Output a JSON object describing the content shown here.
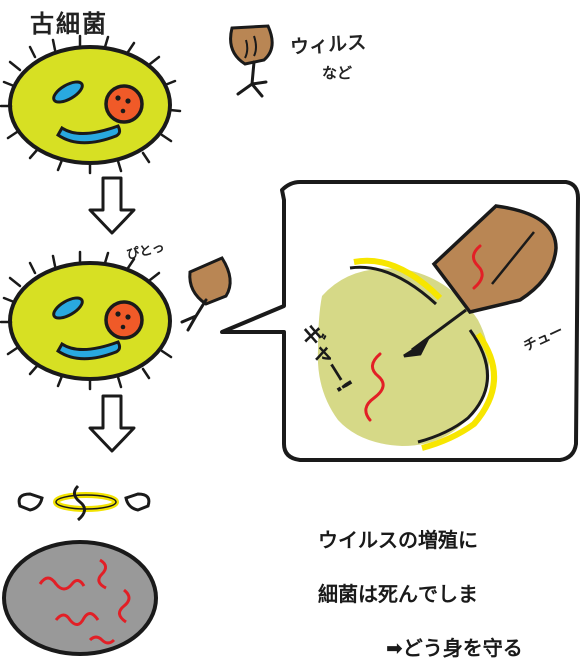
{
  "labels": {
    "archaea": "古細菌",
    "virus_line1": "ウィルス",
    "virus_line2": "など",
    "poto": "ぴとっ",
    "chuu": "チュー",
    "gyaa": "ギャー!"
  },
  "captions": {
    "line1": "ウイルスの増殖に",
    "line2": "細菌は死んでしま",
    "line3": "➡どう身を守る"
  },
  "colors": {
    "cell_fill": "#d7e023",
    "cell_dead": "#999999",
    "nucleus": "#f05a28",
    "blue_shape": "#29a9e0",
    "virus_brown": "#b98654",
    "zoom_fill": "#d6d987",
    "membrane_yellow": "#f7e600",
    "rna_red": "#e21f26",
    "halo_yellow": "#f2e300"
  }
}
